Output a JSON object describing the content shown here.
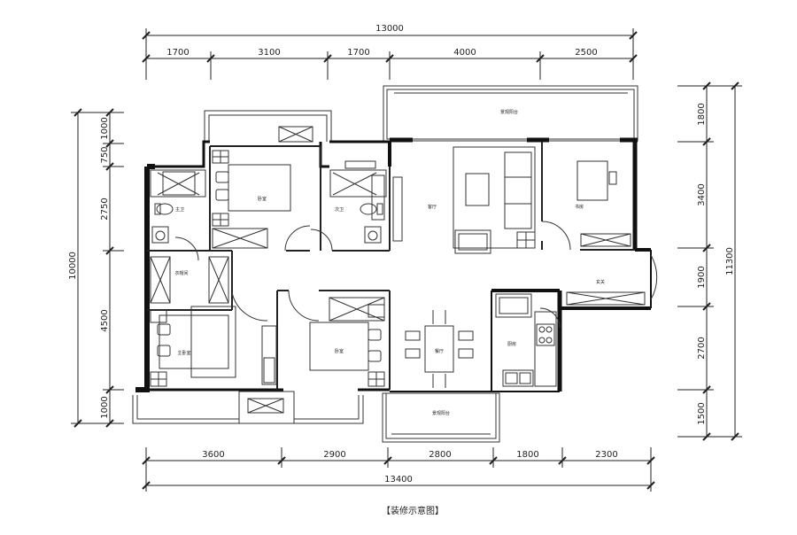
{
  "dimensions": {
    "top_total": "13000",
    "top_segments": [
      "1700",
      "3100",
      "1700",
      "4000",
      "2500"
    ],
    "bottom_segments": [
      "3600",
      "2900",
      "2800",
      "1800",
      "2300"
    ],
    "bottom_total": "13400",
    "left_total": "10000",
    "left_segments": [
      "1000",
      "750",
      "2750",
      "4500",
      "1000"
    ],
    "right_total": "11300",
    "right_segments": [
      "1800",
      "3400",
      "1900",
      "2700",
      "1500"
    ]
  },
  "rooms": {
    "top_balcony": "景观阳台",
    "bottom_balcony": "景观阳台",
    "living_room": "客厅",
    "study": "书房",
    "entrance": "玄关",
    "dining": "餐厅",
    "kitchen": "厨房",
    "bedroom_upper": "卧室",
    "bedroom_lower": "卧室",
    "master_bedroom": "主卧室",
    "bath_master": "主卫",
    "bath_secondary": "次卫",
    "closet": "衣帽间"
  },
  "caption": "【装修示意图】"
}
